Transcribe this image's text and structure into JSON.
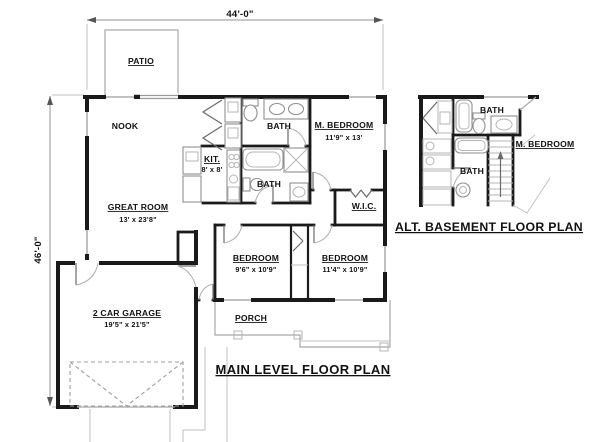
{
  "main_plan": {
    "title": "MAIN LEVEL FLOOR PLAN",
    "dim_width": "44'-0\"",
    "dim_height": "46'-0\"",
    "rooms": {
      "patio": {
        "name": "PATIO"
      },
      "nook": {
        "name": "NOOK"
      },
      "bath_upper": {
        "name": "BATH"
      },
      "master_bedroom": {
        "name": "M. BEDROOM",
        "size": "11'9\" x 13'"
      },
      "kitchen": {
        "name": "KIT.",
        "size": "8' x 8'"
      },
      "bath_lower": {
        "name": "BATH"
      },
      "great_room": {
        "name": "GREAT ROOM",
        "size": "13' x 23'8\""
      },
      "wic": {
        "name": "W.I.C."
      },
      "bedroom_left": {
        "name": "BEDROOM",
        "size": "9'6\" x 10'9\""
      },
      "bedroom_right": {
        "name": "BEDROOM",
        "size": "11'4\" x 10'9\""
      },
      "garage": {
        "name": "2 CAR GARAGE",
        "size": "19'5\" x 21'5\""
      },
      "porch": {
        "name": "PORCH"
      }
    }
  },
  "alt_plan": {
    "title": "ALT. BASEMENT FLOOR PLAN",
    "rooms": {
      "bath_upper": {
        "name": "BATH"
      },
      "master_bedroom": {
        "name": "M. BEDROOM"
      },
      "bath_lower": {
        "name": "BATH"
      }
    }
  },
  "colors": {
    "wall": "#1a1a1a",
    "thin_line": "#a8a8a8",
    "background": "#ffffff",
    "text": "#111111"
  }
}
